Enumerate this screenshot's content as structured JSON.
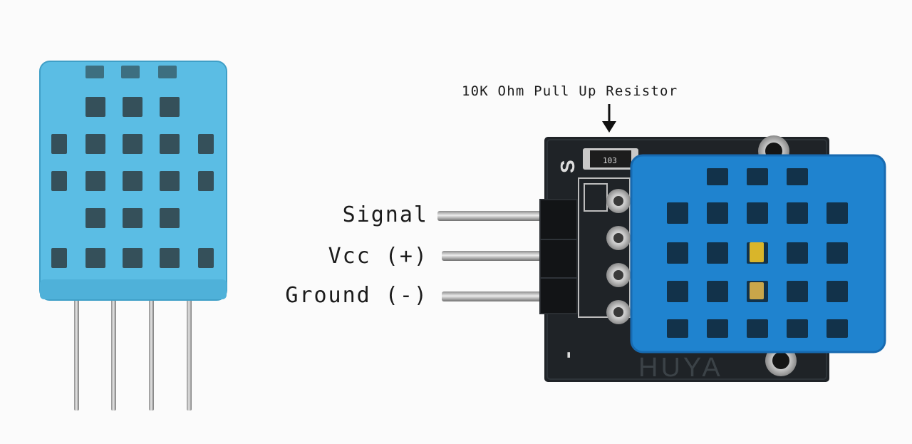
{
  "labels": {
    "resistor": "10K Ohm Pull Up Resistor",
    "signal": "Signal",
    "vcc": "Vcc (+)",
    "ground": "Ground (-)"
  },
  "board": {
    "silk_top": "S",
    "silk_bottom": "-",
    "brand": "HUYA",
    "resistor_code": "103"
  },
  "colors": {
    "sensor_bare": "#5bbde4",
    "sensor_module": "#1f83cf",
    "pcb": "#1f2327",
    "pins": "#b7b7b7"
  }
}
